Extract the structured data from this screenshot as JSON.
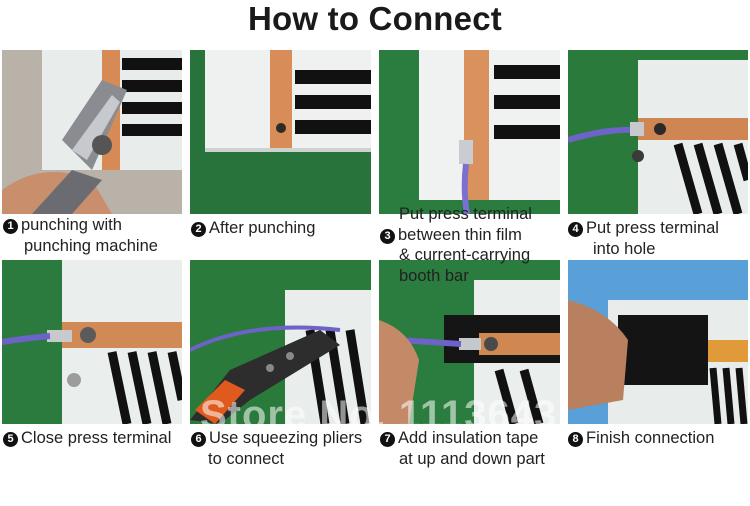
{
  "title": "How to Connect",
  "watermark": "Store No. 1113643",
  "steps": [
    {
      "num": "1",
      "lines": [
        "punching with",
        "punching machine"
      ]
    },
    {
      "num": "2",
      "lines": [
        "After punching"
      ]
    },
    {
      "num": "3",
      "lines": [
        "Put press terminal",
        "between thin film",
        "& current-carrying",
        "booth bar"
      ]
    },
    {
      "num": "4",
      "lines": [
        "Put press terminal",
        "into hole"
      ]
    },
    {
      "num": "5",
      "lines": [
        "Close press terminal"
      ]
    },
    {
      "num": "6",
      "lines": [
        "Use squeezing pliers",
        "to connect"
      ]
    },
    {
      "num": "7",
      "lines": [
        "Add insulation tape",
        "at up and down part"
      ]
    },
    {
      "num": "8",
      "lines": [
        "Finish connection"
      ]
    }
  ]
}
